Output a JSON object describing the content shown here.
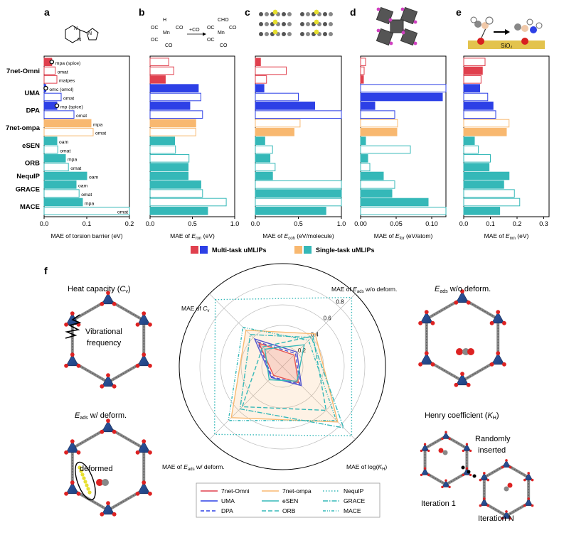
{
  "colors": {
    "red": "#e0404e",
    "blue": "#2d40e6",
    "orange": "#f8b870",
    "teal": "#35b8b8",
    "edge_red": "#e0404e",
    "edge_blue": "#2d40e6",
    "edge_orange": "#f8b870",
    "edge_teal": "#35b8b8",
    "gold": "#e3c34d"
  },
  "panel_letters": [
    "a",
    "b",
    "c",
    "d",
    "e",
    "f"
  ],
  "models": [
    "7net-Omni",
    "UMA",
    "DPA",
    "7net-ompa",
    "eSEN",
    "ORB",
    "NequIP",
    "GRACE",
    "MACE"
  ],
  "panel_a_bar_labels": [
    "mpa (spice)",
    "omat",
    "matpes",
    "omc (omol)",
    "omat",
    "mp (spice)",
    "omat",
    "mpa",
    "omat",
    "oam",
    "omat",
    "mpa",
    "omat",
    "oam",
    "oam",
    "omat",
    "mpa",
    "omat"
  ],
  "panel_b_inset": {
    "left_h": "H",
    "left_ligands": [
      "OC",
      "OC",
      "CO",
      "CO"
    ],
    "metal": "Mn",
    "arrow": "+CO",
    "right_ligand": "CHO"
  },
  "panel_e_inset": {
    "surface": "SiO₂"
  },
  "legend_top": {
    "multi": "Multi-task uMLIPs",
    "single": "Single-task uMLIPs"
  },
  "chart_data": [
    {
      "id": "a",
      "type": "bar",
      "orientation": "horizontal",
      "xlabel": "MAE of torsion barrier (eV)",
      "xlim": [
        0,
        0.2
      ],
      "xticks": [
        "0.0",
        "0.1",
        "0.2"
      ],
      "rows": [
        {
          "model": "7net-Omni",
          "task": "multi",
          "value": 0.018,
          "filled": true,
          "dot": true
        },
        {
          "model": "7net-Omni",
          "task": "multi",
          "value": 0.026,
          "filled": false
        },
        {
          "model": "7net-Omni",
          "task": "multi",
          "value": 0.03,
          "filled": false
        },
        {
          "model": "UMA",
          "task": "multi",
          "value": 0.004,
          "filled": true,
          "dot": true
        },
        {
          "model": "UMA",
          "task": "multi",
          "value": 0.04,
          "filled": false
        },
        {
          "model": "DPA",
          "task": "multi",
          "value": 0.03,
          "filled": true,
          "dot": true
        },
        {
          "model": "DPA",
          "task": "multi",
          "value": 0.07,
          "filled": false
        },
        {
          "model": "7net-ompa",
          "task": "single",
          "value": 0.11,
          "filled": true
        },
        {
          "model": "7net-ompa",
          "task": "single",
          "value": 0.115,
          "filled": false
        },
        {
          "model": "eSEN",
          "task": "single",
          "value": 0.03,
          "filled": true
        },
        {
          "model": "eSEN",
          "task": "single",
          "value": 0.032,
          "filled": false
        },
        {
          "model": "ORB",
          "task": "single",
          "value": 0.05,
          "filled": true
        },
        {
          "model": "ORB",
          "task": "single",
          "value": 0.057,
          "filled": false
        },
        {
          "model": "NequIP",
          "task": "single",
          "value": 0.1,
          "filled": true
        },
        {
          "model": "GRACE",
          "task": "single",
          "value": 0.075,
          "filled": true
        },
        {
          "model": "GRACE",
          "task": "single",
          "value": 0.082,
          "filled": false
        },
        {
          "model": "MACE",
          "task": "single",
          "value": 0.09,
          "filled": true
        },
        {
          "model": "MACE",
          "task": "single",
          "value": 0.2,
          "filled": false
        }
      ]
    },
    {
      "id": "b",
      "type": "bar",
      "orientation": "horizontal",
      "xlabel": "MAE of E_rxn (eV)",
      "xlim": [
        0,
        1.0
      ],
      "xticks": [
        "0.0",
        "0.5",
        "1.0"
      ],
      "rows": [
        {
          "model": "7net-Omni",
          "task": "multi",
          "value": 0.22,
          "filled": false
        },
        {
          "model": "7net-Omni",
          "task": "multi",
          "value": 0.28,
          "filled": false
        },
        {
          "model": "7net-Omni",
          "task": "multi",
          "value": 0.18,
          "filled": true
        },
        {
          "model": "UMA",
          "task": "multi",
          "value": 0.57,
          "filled": true
        },
        {
          "model": "UMA",
          "task": "multi",
          "value": 0.6,
          "filled": false
        },
        {
          "model": "DPA",
          "task": "multi",
          "value": 0.47,
          "filled": true
        },
        {
          "model": "DPA",
          "task": "multi",
          "value": 0.62,
          "filled": false
        },
        {
          "model": "7net-ompa",
          "task": "single",
          "value": 0.54,
          "filled": true
        },
        {
          "model": "7net-ompa",
          "task": "single",
          "value": 0.54,
          "filled": false
        },
        {
          "model": "eSEN",
          "task": "single",
          "value": 0.29,
          "filled": true
        },
        {
          "model": "eSEN",
          "task": "single",
          "value": 0.3,
          "filled": false
        },
        {
          "model": "ORB",
          "task": "single",
          "value": 0.46,
          "filled": false
        },
        {
          "model": "ORB",
          "task": "single",
          "value": 0.45,
          "filled": true
        },
        {
          "model": "NequIP",
          "task": "single",
          "value": 0.45,
          "filled": true
        },
        {
          "model": "GRACE",
          "task": "single",
          "value": 0.6,
          "filled": true
        },
        {
          "model": "GRACE",
          "task": "single",
          "value": 0.62,
          "filled": false
        },
        {
          "model": "MACE",
          "task": "single",
          "value": 0.9,
          "filled": false
        },
        {
          "model": "MACE",
          "task": "single",
          "value": 0.68,
          "filled": true
        }
      ]
    },
    {
      "id": "c",
      "type": "bar",
      "orientation": "horizontal",
      "xlabel": "MAE of E_coh (eV/molecule)",
      "xlim": [
        0,
        1.0
      ],
      "xticks": [
        "0.0",
        "0.5",
        "1.0"
      ],
      "rows": [
        {
          "model": "7net-Omni",
          "task": "multi",
          "value": 0.06,
          "filled": true
        },
        {
          "model": "7net-Omni",
          "task": "multi",
          "value": 0.36,
          "filled": false
        },
        {
          "model": "7net-Omni",
          "task": "multi",
          "value": 0.13,
          "filled": false
        },
        {
          "model": "UMA",
          "task": "multi",
          "value": 0.1,
          "filled": true
        },
        {
          "model": "UMA",
          "task": "multi",
          "value": 0.5,
          "filled": false
        },
        {
          "model": "DPA",
          "task": "multi",
          "value": 0.69,
          "filled": true
        },
        {
          "model": "DPA",
          "task": "multi",
          "value": 1.0,
          "filled": false
        },
        {
          "model": "7net-ompa",
          "task": "single",
          "value": 0.52,
          "filled": false
        },
        {
          "model": "7net-ompa",
          "task": "single",
          "value": 0.45,
          "filled": true
        },
        {
          "model": "eSEN",
          "task": "single",
          "value": 0.11,
          "filled": true
        },
        {
          "model": "eSEN",
          "task": "single",
          "value": 0.2,
          "filled": false
        },
        {
          "model": "ORB",
          "task": "single",
          "value": 0.17,
          "filled": true
        },
        {
          "model": "ORB",
          "task": "single",
          "value": 0.23,
          "filled": false
        },
        {
          "model": "NequIP",
          "task": "single",
          "value": 0.2,
          "filled": true
        },
        {
          "model": "GRACE",
          "task": "single",
          "value": 1.0,
          "filled": false
        },
        {
          "model": "GRACE",
          "task": "single",
          "value": 1.0,
          "filled": true
        },
        {
          "model": "MACE",
          "task": "single",
          "value": 1.0,
          "filled": false
        },
        {
          "model": "MACE",
          "task": "single",
          "value": 0.82,
          "filled": true
        }
      ]
    },
    {
      "id": "d",
      "type": "bar",
      "orientation": "horizontal",
      "xlabel": "MAE of E_for (eV/atom)",
      "xlim": [
        0,
        0.12
      ],
      "xticks": [
        "0.00",
        "0.05",
        "0.10"
      ],
      "rows": [
        {
          "model": "7net-Omni",
          "task": "multi",
          "value": 0.007,
          "filled": false
        },
        {
          "model": "7net-Omni",
          "task": "multi",
          "value": 0.005,
          "filled": false
        },
        {
          "model": "7net-Omni",
          "task": "multi",
          "value": 0.004,
          "filled": true
        },
        {
          "model": "UMA",
          "task": "multi",
          "value": 0.12,
          "filled": false
        },
        {
          "model": "UMA",
          "task": "multi",
          "value": 0.115,
          "filled": true
        },
        {
          "model": "DPA",
          "task": "multi",
          "value": 0.02,
          "filled": true
        },
        {
          "model": "DPA",
          "task": "multi",
          "value": 0.048,
          "filled": false
        },
        {
          "model": "7net-ompa",
          "task": "single",
          "value": 0.052,
          "filled": false
        },
        {
          "model": "7net-ompa",
          "task": "single",
          "value": 0.051,
          "filled": true
        },
        {
          "model": "eSEN",
          "task": "single",
          "value": 0.007,
          "filled": true
        },
        {
          "model": "eSEN",
          "task": "single",
          "value": 0.07,
          "filled": false
        },
        {
          "model": "ORB",
          "task": "single",
          "value": 0.01,
          "filled": true
        },
        {
          "model": "ORB",
          "task": "single",
          "value": 0.013,
          "filled": false
        },
        {
          "model": "NequIP",
          "task": "single",
          "value": 0.032,
          "filled": true
        },
        {
          "model": "GRACE",
          "task": "single",
          "value": 0.048,
          "filled": false
        },
        {
          "model": "GRACE",
          "task": "single",
          "value": 0.044,
          "filled": true
        },
        {
          "model": "MACE",
          "task": "single",
          "value": 0.095,
          "filled": true
        },
        {
          "model": "MACE",
          "task": "single",
          "value": 0.12,
          "filled": false
        }
      ]
    },
    {
      "id": "e",
      "type": "bar",
      "orientation": "horizontal",
      "xlabel": "MAE of E_rxn (eV)",
      "xlim": [
        0,
        0.32
      ],
      "xticks": [
        "0.0",
        "0.1",
        "0.2",
        "0.3"
      ],
      "rows": [
        {
          "model": "7net-Omni",
          "task": "multi",
          "value": 0.08,
          "filled": false
        },
        {
          "model": "7net-Omni",
          "task": "multi",
          "value": 0.07,
          "filled": true
        },
        {
          "model": "7net-Omni",
          "task": "multi",
          "value": 0.065,
          "filled": false
        },
        {
          "model": "UMA",
          "task": "multi",
          "value": 0.06,
          "filled": true
        },
        {
          "model": "UMA",
          "task": "multi",
          "value": 0.09,
          "filled": false
        },
        {
          "model": "DPA",
          "task": "multi",
          "value": 0.11,
          "filled": true
        },
        {
          "model": "DPA",
          "task": "multi",
          "value": 0.12,
          "filled": false
        },
        {
          "model": "7net-ompa",
          "task": "single",
          "value": 0.17,
          "filled": false
        },
        {
          "model": "7net-ompa",
          "task": "single",
          "value": 0.16,
          "filled": true
        },
        {
          "model": "eSEN",
          "task": "single",
          "value": 0.04,
          "filled": true
        },
        {
          "model": "eSEN",
          "task": "single",
          "value": 0.055,
          "filled": false
        },
        {
          "model": "ORB",
          "task": "single",
          "value": 0.1,
          "filled": false
        },
        {
          "model": "ORB",
          "task": "single",
          "value": 0.095,
          "filled": true
        },
        {
          "model": "NequIP",
          "task": "single",
          "value": 0.17,
          "filled": true
        },
        {
          "model": "GRACE",
          "task": "single",
          "value": 0.15,
          "filled": true
        },
        {
          "model": "GRACE",
          "task": "single",
          "value": 0.19,
          "filled": false
        },
        {
          "model": "MACE",
          "task": "single",
          "value": 0.21,
          "filled": false
        },
        {
          "model": "MACE",
          "task": "single",
          "value": 0.135,
          "filled": true
        }
      ]
    },
    {
      "id": "f",
      "type": "radar",
      "axes": [
        "MAE of C_v",
        "MAE of E_ads w/o deform.",
        "MAE of log(K_H)",
        "MAE of E_ads w/ deform."
      ],
      "rlabels": [
        "0.2",
        "0.4",
        "0.6",
        "0.8"
      ],
      "rmax": 1.0,
      "series": [
        {
          "name": "7net-Omni",
          "color": "#e0404e",
          "dash": "",
          "fill": true,
          "values": [
            0.32,
            0.16,
            0.22,
            0.12
          ]
        },
        {
          "name": "UMA",
          "color": "#2d40e6",
          "dash": "",
          "fill": false,
          "values": [
            0.38,
            0.2,
            0.26,
            0.15
          ]
        },
        {
          "name": "DPA",
          "color": "#2d40e6",
          "dash": "5,3",
          "fill": false,
          "values": [
            0.34,
            0.18,
            0.24,
            0.14
          ]
        },
        {
          "name": "7net-ompa",
          "color": "#f8b870",
          "dash": "",
          "fill": true,
          "values": [
            0.5,
            0.45,
            0.76,
            0.7
          ]
        },
        {
          "name": "eSEN",
          "color": "#35b8b8",
          "dash": "",
          "fill": false,
          "values": [
            0.24,
            0.3,
            0.2,
            0.18
          ]
        },
        {
          "name": "ORB",
          "color": "#35b8b8",
          "dash": "6,3",
          "fill": false,
          "values": [
            0.27,
            0.42,
            0.6,
            0.55
          ]
        },
        {
          "name": "NequIP",
          "color": "#35b8b8",
          "dash": "1.5,2.5",
          "fill": false,
          "values": [
            0.92,
            0.95,
            0.95,
            0.93
          ]
        },
        {
          "name": "GRACE",
          "color": "#35b8b8",
          "dash": "7,2,1.5,2",
          "fill": false,
          "values": [
            0.44,
            0.4,
            0.84,
            0.58
          ]
        },
        {
          "name": "MACE",
          "color": "#35b8b8",
          "dash": "4,2,1,2,1,2",
          "fill": false,
          "values": [
            0.54,
            0.36,
            0.74,
            0.74
          ]
        }
      ]
    }
  ],
  "panel_f_captions": {
    "cv_title": "Heat capacity (C_v)",
    "vib": [
      "Vibrational",
      "frequency"
    ],
    "eads_wo_title": "E_ads w/o deform.",
    "eads_w_title": "E_ads w/ deform.",
    "deformed": "deformed",
    "henry_title": "Henry coefficient (K_H)",
    "random": [
      "Randomly",
      "inserted"
    ],
    "iter1": "Iteration 1",
    "iterN": "Iteration N"
  }
}
